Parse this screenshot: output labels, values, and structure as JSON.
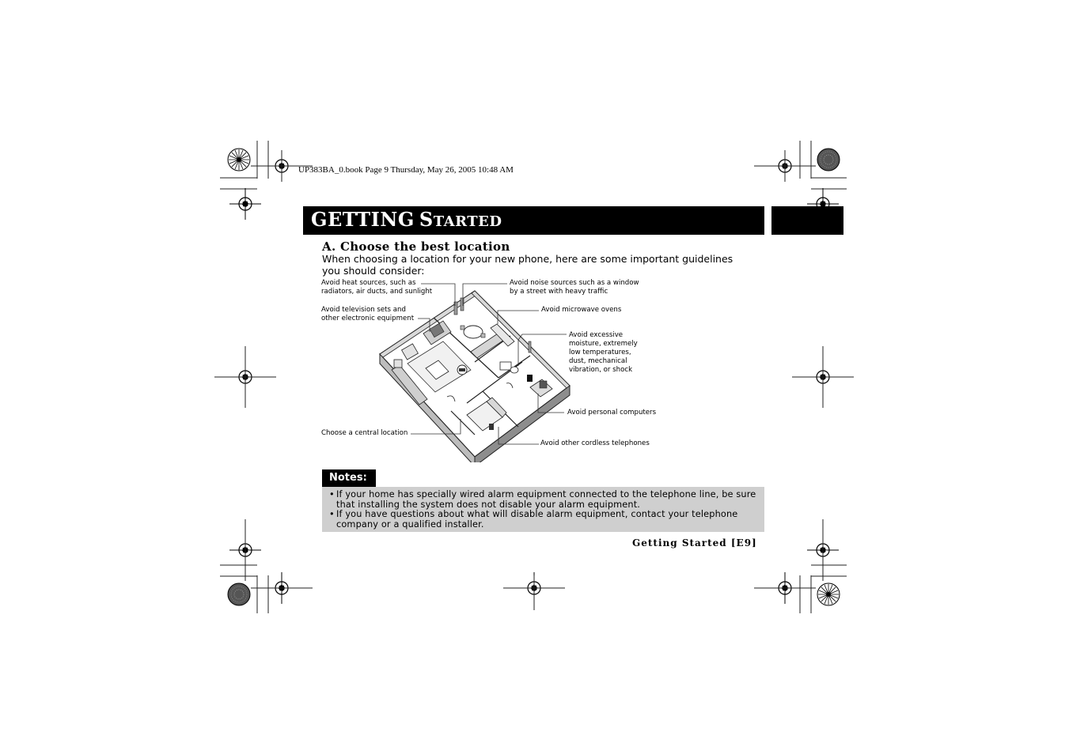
{
  "book_info": "UP383BA_0.book  Page 9  Thursday, May 26, 2005  10:48 AM",
  "header": {
    "title_word1_initial": "G",
    "title_word1_rest": "ETTING",
    "title_word2_initial": "S",
    "title_word2_rest": "TARTED"
  },
  "section": {
    "title": "A. Choose the best location",
    "intro": "When choosing a location for your new phone, here are some important guidelines you should consider:"
  },
  "diagram": {
    "callouts": {
      "heat": [
        "Avoid heat sources, such as",
        "radiators, air ducts, and sunlight"
      ],
      "tv": [
        "Avoid television sets and",
        "other electronic equipment"
      ],
      "central": [
        "Choose a central location"
      ],
      "noise": [
        "Avoid noise sources such as a window",
        "by a street with heavy traffic"
      ],
      "microwave": [
        "Avoid microwave ovens"
      ],
      "moisture": [
        "Avoid excessive",
        "moisture, extremely",
        "low temperatures,",
        "dust, mechanical",
        "vibration, or shock"
      ],
      "computers": [
        "Avoid personal computers"
      ],
      "cordless": [
        "Avoid other cordless telephones"
      ]
    }
  },
  "notes": {
    "label": "Notes:",
    "items": [
      {
        "bullet": "•",
        "text": "If your home has specially wired alarm equipment connected to the telephone line, be sure that installing the system does not disable your alarm equipment."
      },
      {
        "bullet": "•",
        "text": "If you have questions about what will disable alarm equipment, contact your telephone company or a qualified installer."
      }
    ]
  },
  "footer": "Getting Started [E9]"
}
